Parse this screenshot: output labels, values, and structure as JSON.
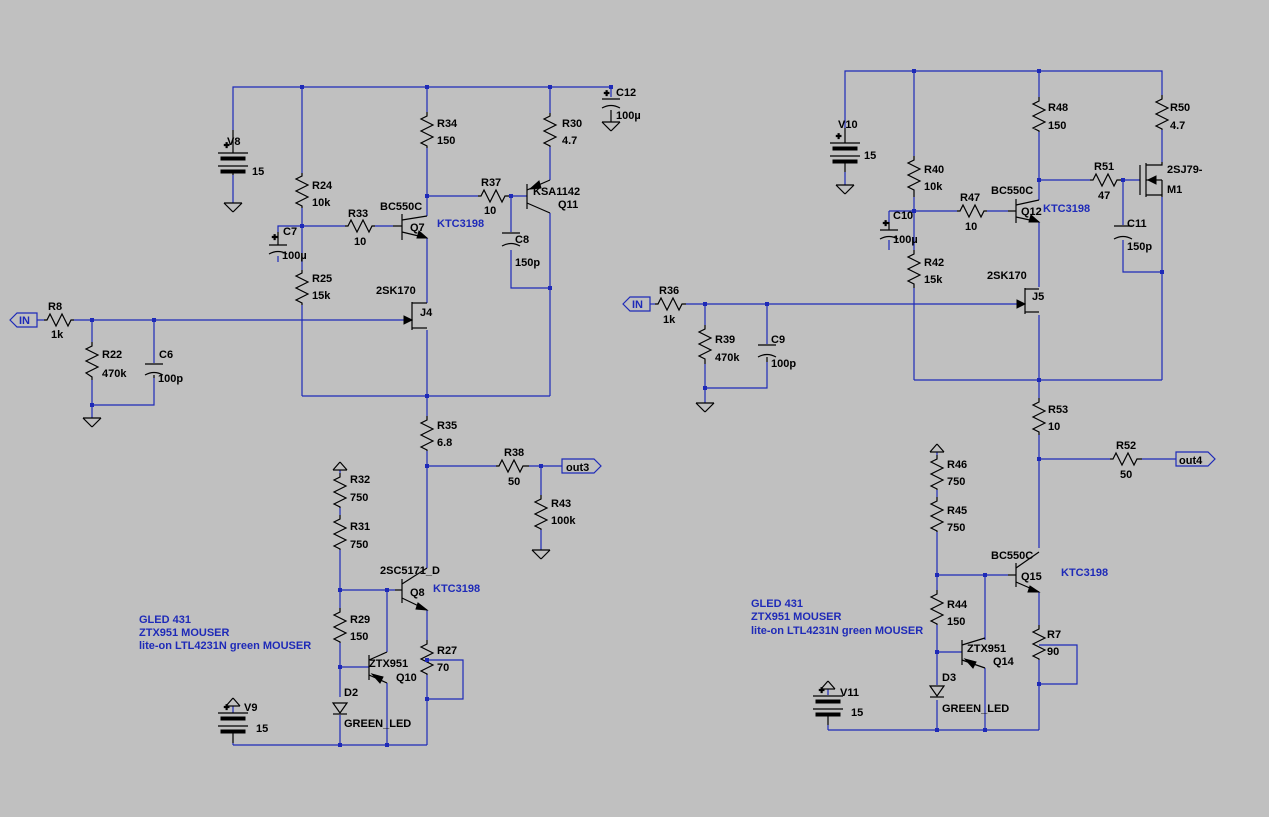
{
  "components": {
    "r8": {
      "name": "R8",
      "value": "1k"
    },
    "r22": {
      "name": "R22",
      "value": "470k"
    },
    "c6": {
      "name": "C6",
      "value": "100p"
    },
    "v8": {
      "name": "V8",
      "value": "15"
    },
    "r24": {
      "name": "R24",
      "value": "10k"
    },
    "c7": {
      "name": "C7",
      "value": "100µ"
    },
    "r25": {
      "name": "R25",
      "value": "15k"
    },
    "r33": {
      "name": "R33",
      "value": "10"
    },
    "q7": {
      "name": "Q7",
      "part": "BC550C",
      "alt": "KTC3198"
    },
    "j4": {
      "name": "J4",
      "part": "2SK170"
    },
    "r34": {
      "name": "R34",
      "value": "150"
    },
    "r37": {
      "name": "R37",
      "value": "10"
    },
    "c8": {
      "name": "C8",
      "value": "150p"
    },
    "q11": {
      "name": "Q11",
      "part": "KSA1142"
    },
    "r30": {
      "name": "R30",
      "value": "4.7"
    },
    "c12": {
      "name": "C12",
      "value": "100µ"
    },
    "r35": {
      "name": "R35",
      "value": "6.8"
    },
    "r38": {
      "name": "R38",
      "value": "50"
    },
    "r43": {
      "name": "R43",
      "value": "100k"
    },
    "r32": {
      "name": "R32",
      "value": "750"
    },
    "r31": {
      "name": "R31",
      "value": "750"
    },
    "q8": {
      "name": "Q8",
      "part": "2SC5171_D",
      "alt": "KTC3198"
    },
    "r29": {
      "name": "R29",
      "value": "150"
    },
    "q10": {
      "name": "Q10",
      "part": "ZTX951"
    },
    "r27": {
      "name": "R27",
      "value": "70"
    },
    "d2": {
      "name": "D2",
      "part": "GREEN_LED"
    },
    "v9": {
      "name": "V9",
      "value": "15"
    },
    "v10": {
      "name": "V10",
      "value": "15"
    },
    "r40": {
      "name": "R40",
      "value": "10k"
    },
    "c10": {
      "name": "C10",
      "value": "100µ"
    },
    "r42": {
      "name": "R42",
      "value": "15k"
    },
    "r47": {
      "name": "R47",
      "value": "10"
    },
    "q12": {
      "name": "Q12",
      "part": "BC550C",
      "alt": "KTC3198"
    },
    "r48": {
      "name": "R48",
      "value": "150"
    },
    "r51": {
      "name": "R51",
      "value": "47"
    },
    "m1": {
      "name": "M1",
      "part": "2SJ79-"
    },
    "r50": {
      "name": "R50",
      "value": "4.7"
    },
    "c11": {
      "name": "C11",
      "value": "150p"
    },
    "j5": {
      "name": "J5",
      "part": "2SK170"
    },
    "r36": {
      "name": "R36",
      "value": "1k"
    },
    "r39": {
      "name": "R39",
      "value": "470k"
    },
    "c9": {
      "name": "C9",
      "value": "100p"
    },
    "r53": {
      "name": "R53",
      "value": "10"
    },
    "r52": {
      "name": "R52",
      "value": "50"
    },
    "r46": {
      "name": "R46",
      "value": "750"
    },
    "r45": {
      "name": "R45",
      "value": "750"
    },
    "q15": {
      "name": "Q15",
      "part": "BC550C",
      "alt": "KTC3198"
    },
    "r44": {
      "name": "R44",
      "value": "150"
    },
    "q14": {
      "name": "Q14",
      "part": "ZTX951"
    },
    "r7": {
      "name": "R7",
      "value": "90"
    },
    "d3": {
      "name": "D3",
      "part": "GREEN_LED"
    },
    "v11": {
      "name": "V11",
      "value": "15"
    }
  },
  "ports": {
    "in_left": "IN",
    "in_right": "IN",
    "out3": "out3",
    "out4": "out4"
  },
  "notes": {
    "left": [
      "GLED 431",
      "ZTX951  MOUSER",
      "lite-on LTL4231N green MOUSER"
    ],
    "right": [
      "GLED 431",
      "ZTX951  MOUSER",
      "lite-on LTL4231N green MOUSER"
    ]
  }
}
